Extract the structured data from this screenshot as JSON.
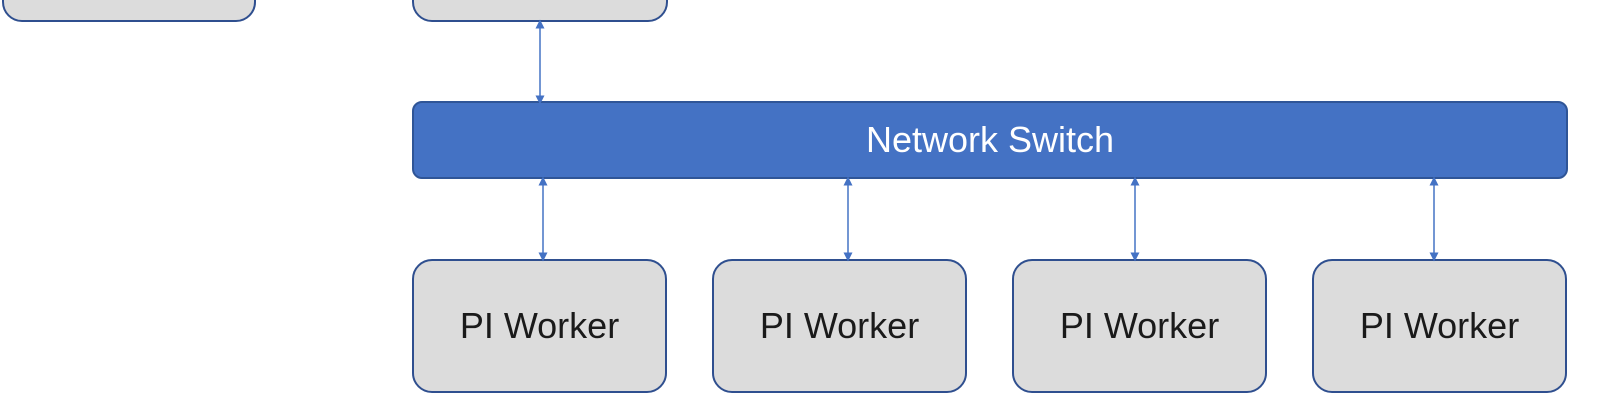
{
  "diagram": {
    "switch_label": "Network Switch",
    "workers": [
      "PI Worker",
      "PI Worker",
      "PI Worker",
      "PI Worker"
    ]
  },
  "colors": {
    "switch_fill": "#4472c4",
    "node_fill": "#dcdcdc",
    "node_border": "#2f4f8f",
    "arrow": "#4472c4"
  }
}
